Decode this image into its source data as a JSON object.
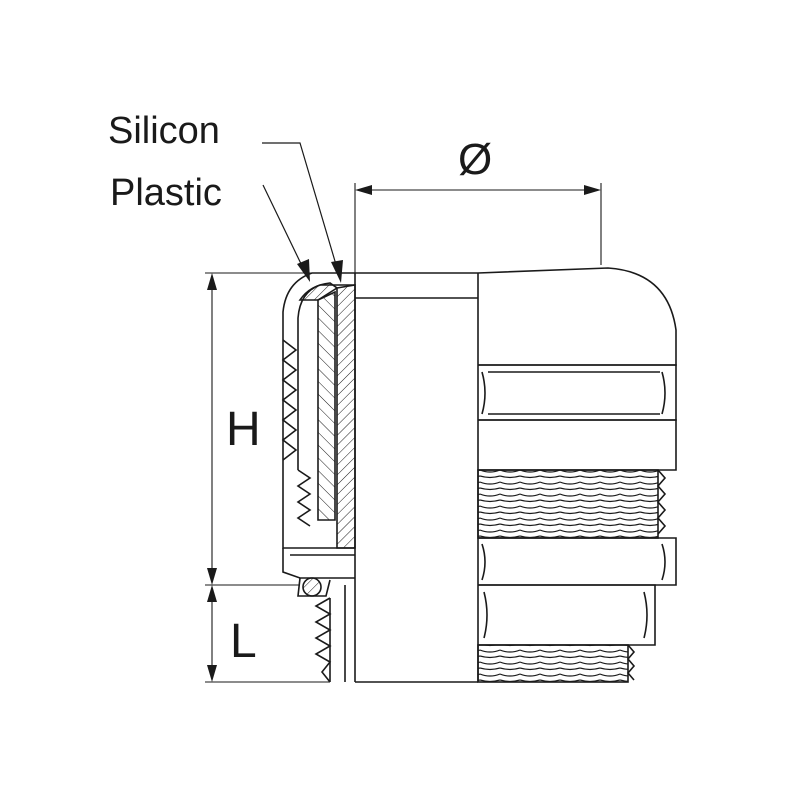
{
  "labels": {
    "silicon": "Silicon",
    "plastic": "Plastic",
    "diameter": "Ø",
    "height": "H",
    "length": "L"
  },
  "colors": {
    "line": "#1a1a1a",
    "background": "#ffffff"
  }
}
